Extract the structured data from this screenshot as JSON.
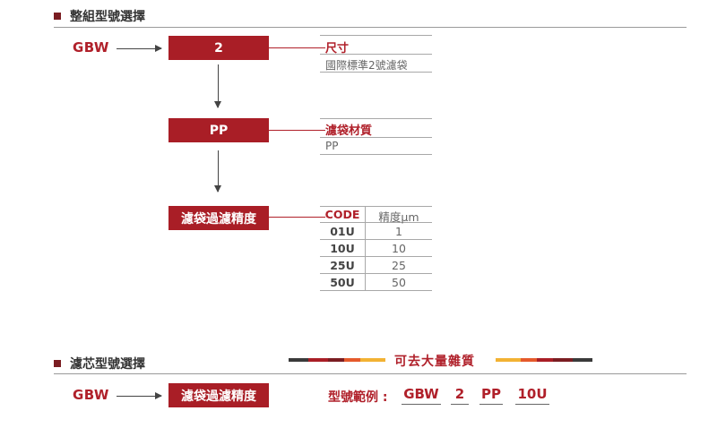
{
  "section1": {
    "title": "整組型號選擇"
  },
  "section2": {
    "title": "濾芯型號選擇"
  },
  "prefix": "GBW",
  "boxes": {
    "size": "2",
    "material": "PP",
    "precision": "濾袋過濾精度"
  },
  "size_spec": {
    "header": "尺寸",
    "value": "國際標準2號濾袋"
  },
  "material_spec": {
    "header": "濾袋材質",
    "value": "PP"
  },
  "precision_table": {
    "headers": [
      "CODE",
      "精度μm"
    ],
    "rows": [
      {
        "code": "01U",
        "value": "1"
      },
      {
        "code": "10U",
        "value": "10"
      },
      {
        "code": "25U",
        "value": "25"
      },
      {
        "code": "50U",
        "value": "50"
      }
    ]
  },
  "tagline": "可去大量雜質",
  "example": {
    "label": "型號範例 :",
    "parts": [
      "GBW",
      "2",
      "PP",
      "10U"
    ]
  },
  "colors": {
    "brand_red": "#a91e26",
    "bar_colors": [
      "#3a3a3a",
      "#a91e26",
      "#e55a2b",
      "#f2b233"
    ]
  }
}
